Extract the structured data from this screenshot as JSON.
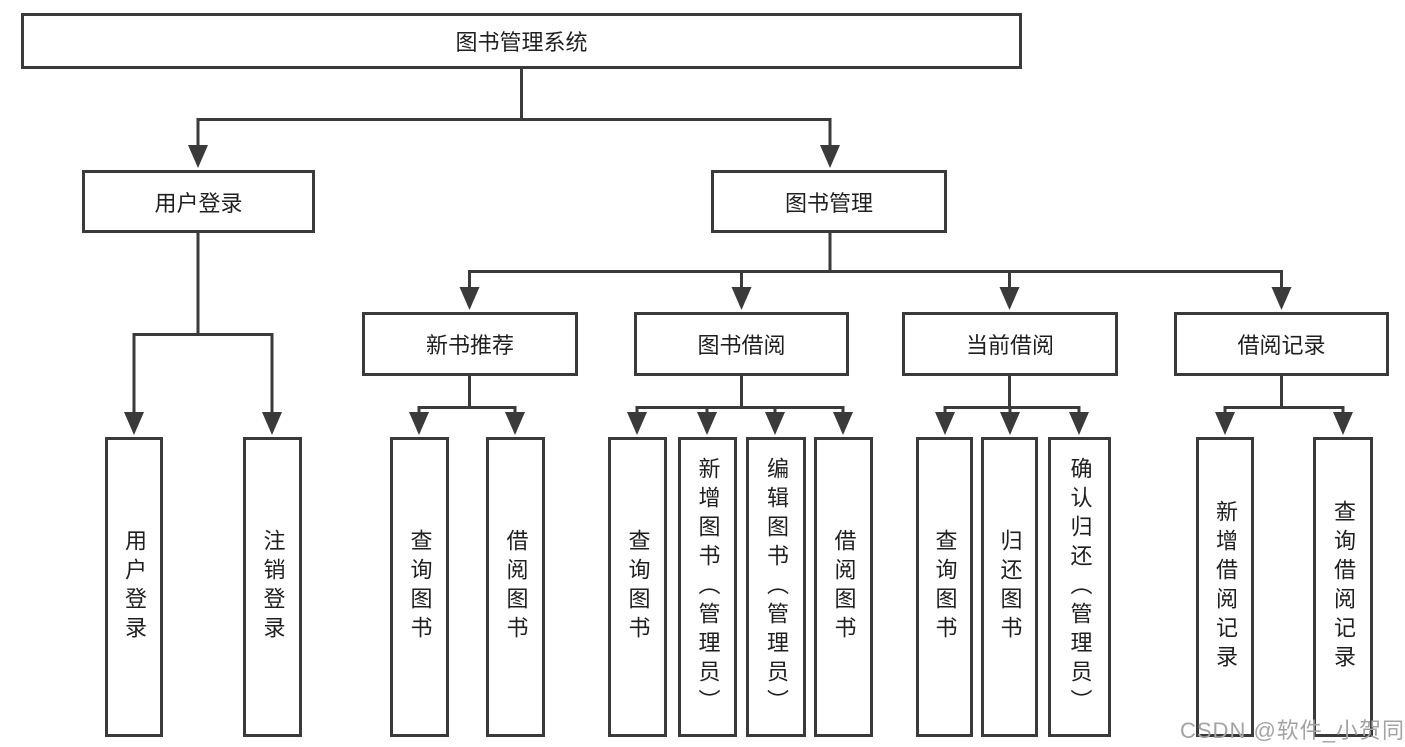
{
  "diagram_type": "hierarchy-tree",
  "nodes": {
    "root": {
      "label": "图书管理系统"
    },
    "user_login": {
      "label": "用户登录"
    },
    "book_mgmt": {
      "label": "图书管理"
    },
    "new_book_rec": {
      "label": "新书推荐"
    },
    "book_borrow": {
      "label": "图书借阅"
    },
    "current_borrow": {
      "label": "当前借阅"
    },
    "borrow_records": {
      "label": "借阅记录"
    },
    "leaf_user_login": {
      "label": "用户登录"
    },
    "leaf_logout": {
      "label": "注销登录"
    },
    "leaf_query_book_1": {
      "label": "查询图书"
    },
    "leaf_borrow_book_1": {
      "label": "借阅图书"
    },
    "leaf_query_book_2": {
      "label": "查询图书"
    },
    "leaf_add_book": {
      "label": "新增图书（管理员）"
    },
    "leaf_edit_book": {
      "label": "编辑图书（管理员）"
    },
    "leaf_borrow_book_2": {
      "label": "借阅图书"
    },
    "leaf_query_book_3": {
      "label": "查询图书"
    },
    "leaf_return_book": {
      "label": "归还图书"
    },
    "leaf_confirm_return": {
      "label": "确认归还（管理员）"
    },
    "leaf_add_record": {
      "label": "新增借阅记录"
    },
    "leaf_query_record": {
      "label": "查询借阅记录"
    }
  },
  "edges": [
    {
      "from": "图书管理系统",
      "to": "用户登录"
    },
    {
      "from": "图书管理系统",
      "to": "图书管理"
    },
    {
      "from": "用户登录",
      "to": "用户登录"
    },
    {
      "from": "用户登录",
      "to": "注销登录"
    },
    {
      "from": "图书管理",
      "to": "新书推荐"
    },
    {
      "from": "图书管理",
      "to": "图书借阅"
    },
    {
      "from": "图书管理",
      "to": "当前借阅"
    },
    {
      "from": "图书管理",
      "to": "借阅记录"
    },
    {
      "from": "新书推荐",
      "to": "查询图书"
    },
    {
      "from": "新书推荐",
      "to": "借阅图书"
    },
    {
      "from": "图书借阅",
      "to": "查询图书"
    },
    {
      "from": "图书借阅",
      "to": "新增图书（管理员）"
    },
    {
      "from": "图书借阅",
      "to": "编辑图书（管理员）"
    },
    {
      "from": "图书借阅",
      "to": "借阅图书"
    },
    {
      "from": "当前借阅",
      "to": "查询图书"
    },
    {
      "from": "当前借阅",
      "to": "归还图书"
    },
    {
      "from": "当前借阅",
      "to": "确认归还（管理员）"
    },
    {
      "from": "借阅记录",
      "to": "新增借阅记录"
    },
    {
      "from": "借阅记录",
      "to": "查询借阅记录"
    }
  ],
  "watermark": "CSDN @软件_小贺同学",
  "colors": {
    "line": "#3a3a3a",
    "box_border": "#3a3a3a",
    "text": "#1f1f1f",
    "watermark": "#a3a3a3",
    "background": "#ffffff"
  }
}
